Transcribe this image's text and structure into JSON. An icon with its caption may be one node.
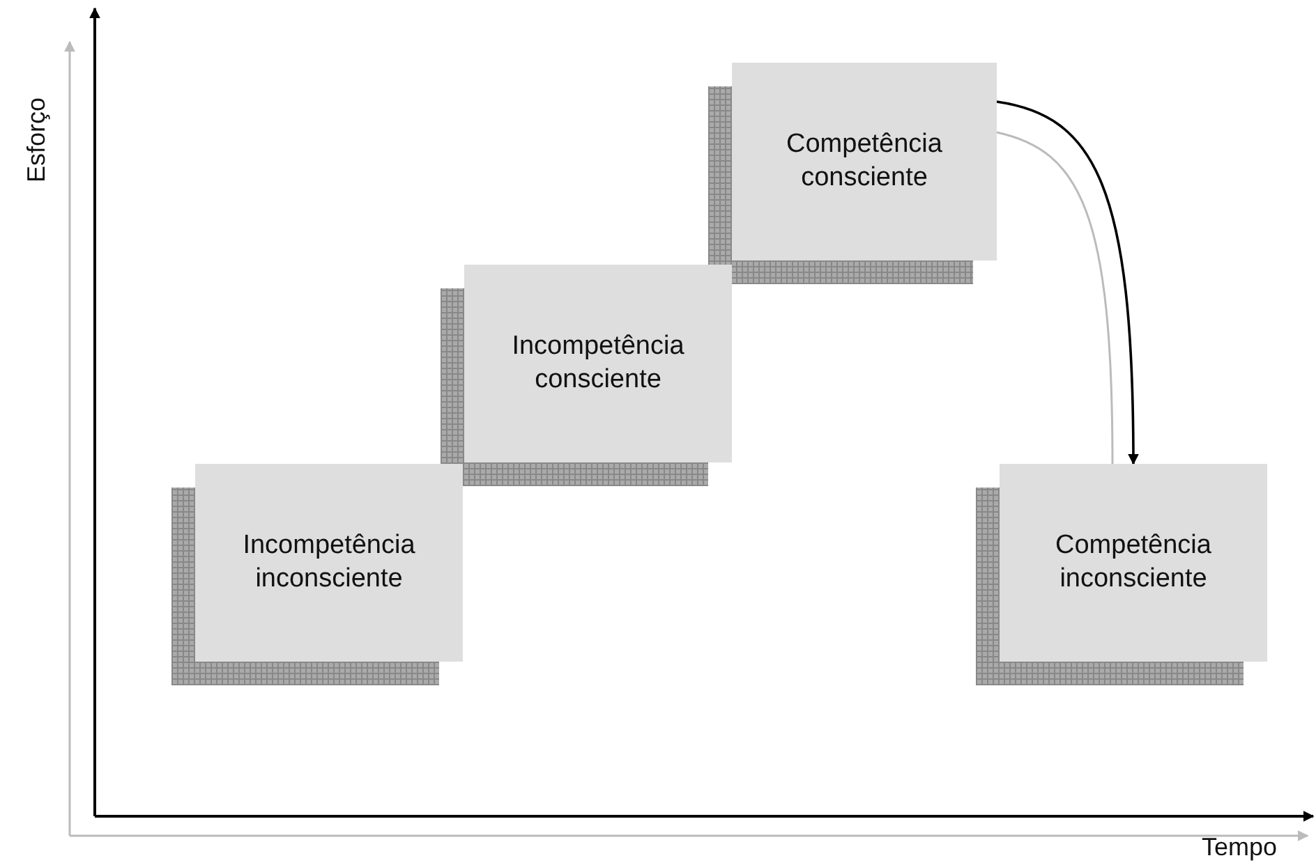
{
  "diagram": {
    "nodes": [
      {
        "text": [
          "Incompetência inconsciente"
        ]
      },
      {
        "text": [
          "Incompetência consciente"
        ]
      },
      {
        "text": [
          "Competência consciente"
        ]
      },
      {
        "text": [
          "Competência inconsciente"
        ]
      }
    ],
    "edges": [
      {
        "from": 2,
        "to": 3,
        "arrow": "to"
      }
    ],
    "labels": [
      "Esforço",
      "Tempo"
    ]
  }
}
